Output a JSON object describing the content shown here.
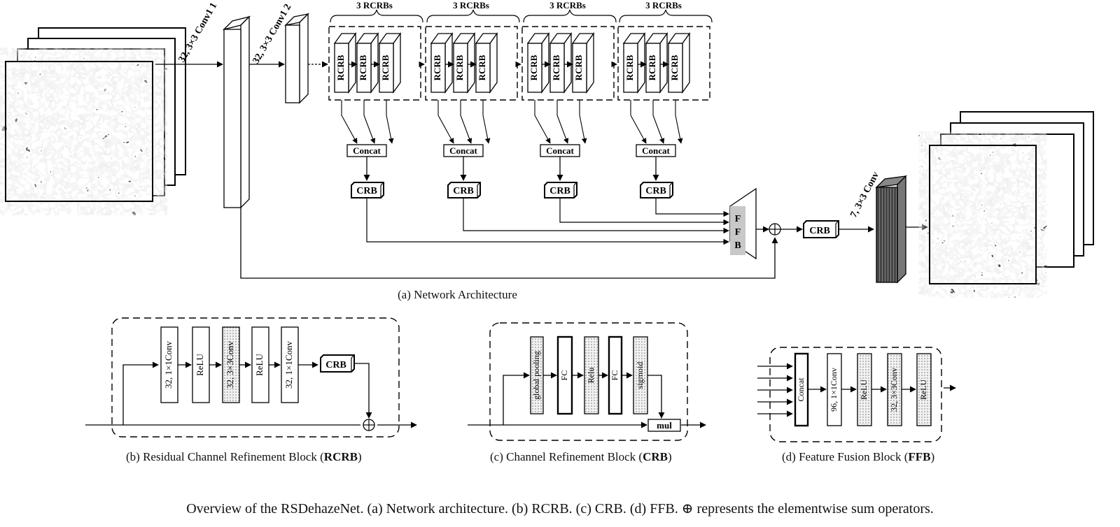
{
  "architecture": {
    "conv1_label": "32, 3×3 Conv1 1",
    "conv2_label": "32, 3×3 Conv1 2",
    "group_labels": [
      "3 RCRBs",
      "3 RCRBs",
      "3 RCRBs",
      "3 RCRBs"
    ],
    "rcrb_label": "RCRB",
    "concat_label": "Concat",
    "crb_label": "CRB",
    "ffb_letters": [
      "F",
      "F",
      "B"
    ],
    "sum_symbol": "⊕",
    "final_conv_label": "7, 3×3 Conv"
  },
  "rcrb_block": {
    "layers": [
      "32, 1×1Conv",
      "ReLU",
      "32, 3×3Conv",
      "ReLU",
      "32, 1×1Conv"
    ],
    "crb_label": "CRB",
    "sum_symbol": "⊕"
  },
  "crb_block": {
    "layers": [
      "global pooling",
      "FC",
      "Relu",
      "FC",
      "sigmoid"
    ],
    "mul_label": "mul"
  },
  "ffb_block": {
    "layers": [
      "Concat",
      "96, 1×1Conv",
      "ReLU",
      "32, 3×3Conv",
      "ReLU"
    ]
  },
  "captions": {
    "a": "(a) Network Architecture",
    "b_prefix": "(b)  Residual Channel Refinement  Block (",
    "b_abbr": "RCRB",
    "c_prefix": "(c) Channel Refinement Block (",
    "c_abbr": "CRB",
    "d_prefix": "(d) Feature Fusion Block (",
    "d_abbr": "FFB",
    "close": ")",
    "main": "Overview of the RSDehazeNet. (a) Network architecture. (b) RCRB. (c) CRB. (d) FFB. ⊕ represents the elementwise sum operators."
  },
  "colors": {
    "stroke": "#000000",
    "dotted_fill": "#dcdcdc",
    "ffb_fill": "#bfbfbf",
    "conv_fill": "#555555"
  }
}
